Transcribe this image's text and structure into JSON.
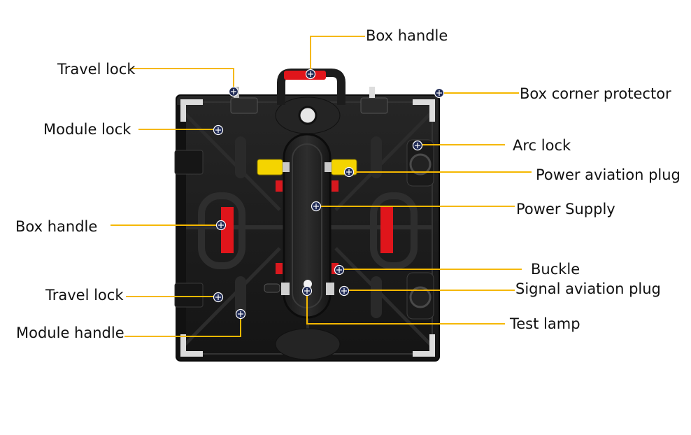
{
  "labels": {
    "box_handle_top": "Box handle",
    "travel_lock_top": "Travel lock",
    "box_corner_protector": "Box corner protector",
    "module_lock": "Module lock",
    "arc_lock": "Arc lock",
    "power_aviation_plug": "Power aviation plug",
    "power_supply": "Power Supply",
    "box_handle_left": "Box handle",
    "buckle": "Buckle",
    "travel_lock_bottom": "Travel lock",
    "signal_aviation_plug": "Signal aviation plug",
    "module_handle": "Module handle",
    "test_lamp": "Test lamp"
  },
  "colors": {
    "leader_line": "#f5b800",
    "marker_fill": "#1f2a55",
    "cabinet_body": "#1c1c1c",
    "handle_red": "#e0151b",
    "plug_yellow": "#f4d400"
  },
  "icons": {
    "marker": "crosshair-marker-icon"
  }
}
